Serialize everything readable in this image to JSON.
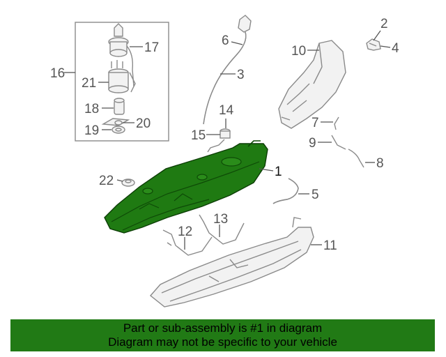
{
  "diagram": {
    "callouts": {
      "n1": "1",
      "n2": "2",
      "n3": "3",
      "n4": "4",
      "n5": "5",
      "n6": "6",
      "n7": "7",
      "n8": "8",
      "n9": "9",
      "n10": "10",
      "n11": "11",
      "n12": "12",
      "n13": "13",
      "n14": "14",
      "n15": "15",
      "n16": "16",
      "n17": "17",
      "n18": "18",
      "n19": "19",
      "n20": "20",
      "n21": "21",
      "n22": "22"
    },
    "highlighted_part": "1",
    "colors": {
      "highlight": "#1f7a12",
      "banner": "#217a15",
      "line": "#8a8a8a"
    }
  },
  "footer": {
    "line1": "Part or sub-assembly is #1 in diagram",
    "line2": "Diagram may not be specific to your vehicle"
  }
}
